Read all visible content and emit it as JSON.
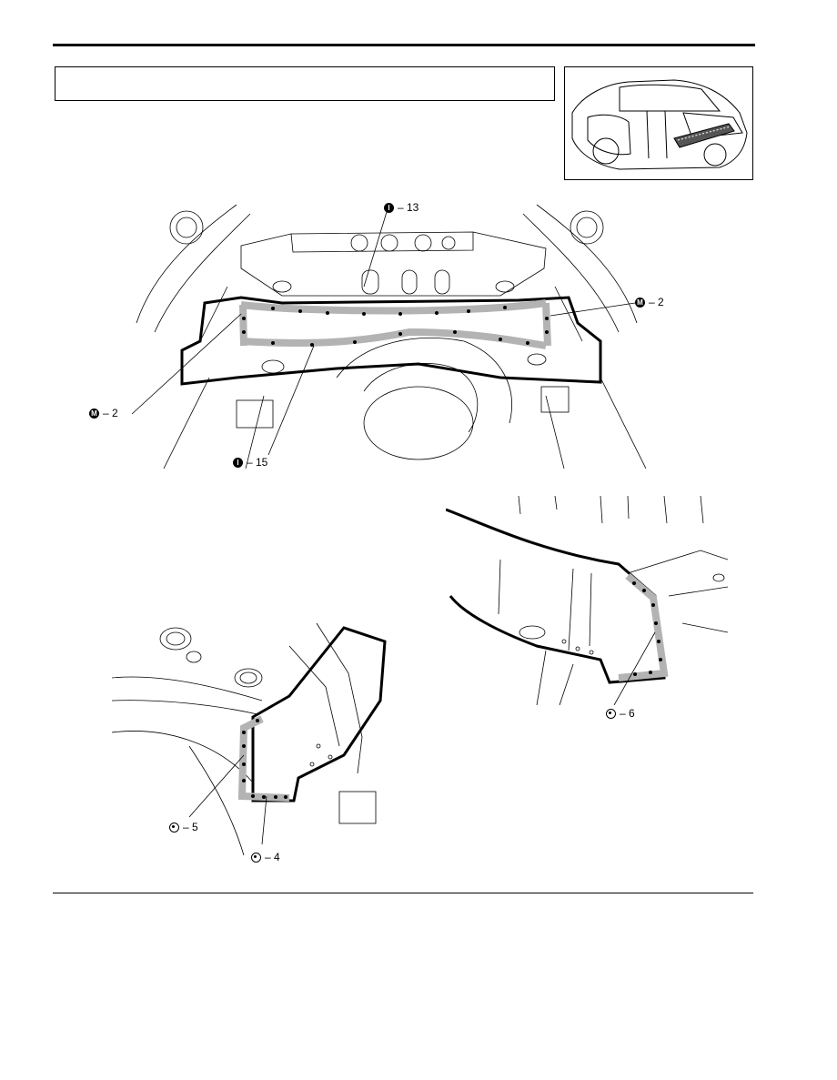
{
  "header": {
    "section_title": ""
  },
  "callouts": {
    "top_right": {
      "symbol": "M",
      "label": "– 2"
    },
    "top_left": {
      "symbol": "M",
      "label": "– 2"
    },
    "top_upper": {
      "symbol": "I",
      "label": "– 13"
    },
    "top_lower": {
      "symbol": "I",
      "label": "– 15"
    },
    "bottom_left_a": {
      "symbol": "spot-weld",
      "label": "– 5"
    },
    "bottom_left_b": {
      "symbol": "spot-weld",
      "label": "– 4"
    },
    "bottom_right": {
      "symbol": "spot-weld",
      "label": "– 6"
    }
  },
  "colors": {
    "line": "#000000",
    "weld_band": "#b3b3b3",
    "background": "#ffffff"
  }
}
